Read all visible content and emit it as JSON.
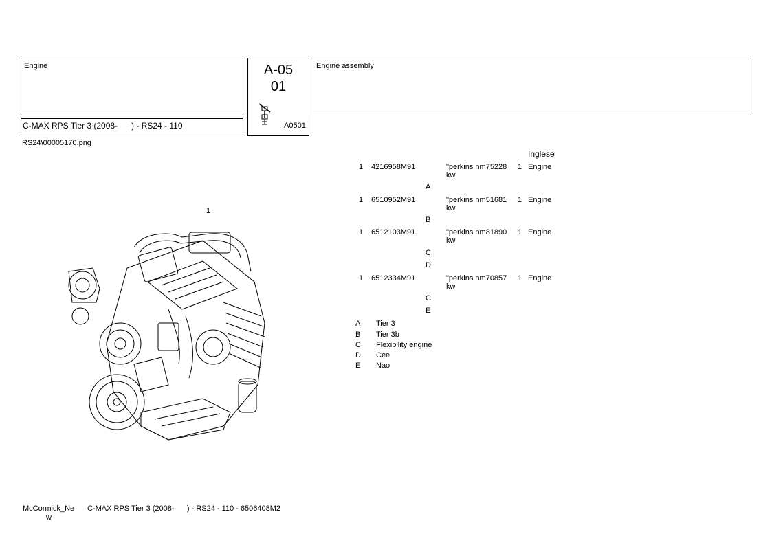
{
  "header": {
    "section": "Engine",
    "model_line": "C-MAX RPS Tier 3 (2008-      ) - RS24 - 110",
    "group_code": "A-05",
    "group_sub": "01",
    "group_ref": "A0501",
    "assembly_title": "Engine assembly"
  },
  "image_filename": "RS24\\00005170.png",
  "language_label": "Inglese",
  "callout_label": "1",
  "parts": [
    {
      "num": "1",
      "part": "4216958M91",
      "desc": "\"perkins nm75228 kw",
      "qty": "1",
      "name": "Engine",
      "notes": [
        "A"
      ]
    },
    {
      "num": "1",
      "part": "6510952M91",
      "desc": "\"perkins nm51681 kw",
      "qty": "1",
      "name": "Engine",
      "notes": [
        "B"
      ]
    },
    {
      "num": "1",
      "part": "6512103M91",
      "desc": "\"perkins nm81890 kw",
      "qty": "1",
      "name": "Engine",
      "notes": [
        "C",
        "D"
      ]
    },
    {
      "num": "1",
      "part": "6512334M91",
      "desc": "\"perkins nm70857 kw",
      "qty": "1",
      "name": "Engine",
      "notes": [
        "C",
        "E"
      ]
    }
  ],
  "legend": [
    {
      "key": "A",
      "text": "Tier 3"
    },
    {
      "key": "B",
      "text": "Tier 3b"
    },
    {
      "key": "C",
      "text": "Flexibility engine"
    },
    {
      "key": "D",
      "text": "Cee"
    },
    {
      "key": "E",
      "text": "Nao"
    }
  ],
  "footer": {
    "brand_line1": "McCormick_Ne",
    "brand_line2": "w",
    "model_line": "C-MAX RPS Tier 3 (2008-      ) - RS24 - 110 - 6506408M2"
  }
}
